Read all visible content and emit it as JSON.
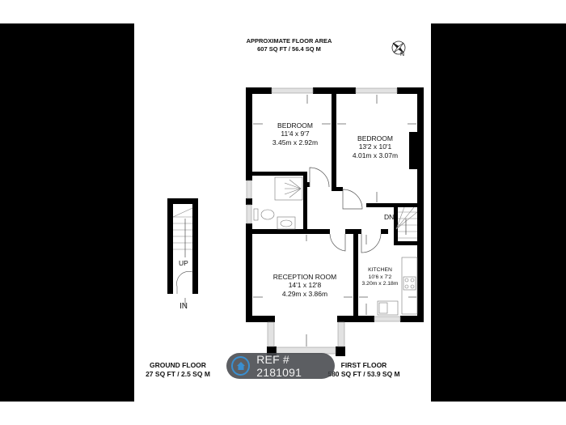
{
  "header": {
    "title": "APPROXIMATE FLOOR AREA",
    "total_area": "607 SQ FT / 56.4 SQ M"
  },
  "compass": {
    "icon": "compass-icon",
    "label": "N"
  },
  "rooms": [
    {
      "name": "BEDROOM",
      "imperial": "11'4 x 9'7",
      "metric": "3.45m x 2.92m"
    },
    {
      "name": "BEDROOM",
      "imperial": "13'2 x 10'1",
      "metric": "4.01m x 3.07m"
    },
    {
      "name": "RECEPTION ROOM",
      "imperial": "14'1 x 12'8",
      "metric": "4.29m x 3.86m"
    },
    {
      "name": "KITCHEN",
      "imperial": "10'6 x 7'2",
      "metric": "3.20m x 2.18m"
    }
  ],
  "stairs": {
    "down": "DN",
    "up": "UP",
    "entrance": "IN"
  },
  "floors": {
    "ground": {
      "name": "GROUND FLOOR",
      "area": "27 SQ FT / 2.5 SQ M"
    },
    "first": {
      "name": "FIRST FLOOR",
      "area": "580 SQ FT / 53.9 SQ M"
    }
  },
  "watermark": {
    "icon": "home-icon",
    "text": "REF # 2181091",
    "accent": "#3a8fd0"
  },
  "colors": {
    "wall": "#000000",
    "window": "#d8d8d8",
    "background": "#ffffff",
    "letterbox": "#000000"
  }
}
